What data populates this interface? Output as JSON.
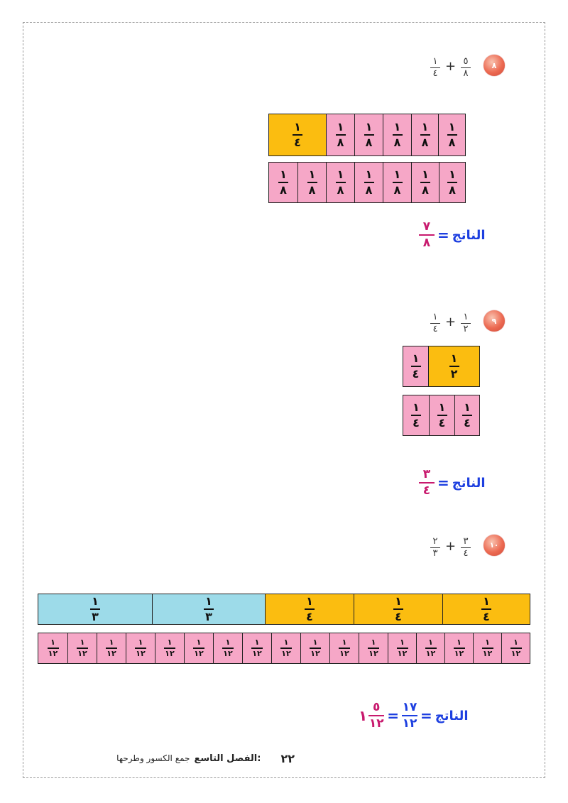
{
  "problems": [
    {
      "number": "٨",
      "expression": {
        "left": {
          "num": "١",
          "den": "٤"
        },
        "op": "+",
        "right": {
          "num": "٥",
          "den": "٨"
        }
      },
      "strip_top": [
        {
          "num": "١",
          "den": "٤",
          "color": "#fbbd10"
        },
        {
          "num": "١",
          "den": "٨",
          "color": "#f6a7c7"
        },
        {
          "num": "١",
          "den": "٨",
          "color": "#f6a7c7"
        },
        {
          "num": "١",
          "den": "٨",
          "color": "#f6a7c7"
        },
        {
          "num": "١",
          "den": "٨",
          "color": "#f6a7c7"
        },
        {
          "num": "١",
          "den": "٨",
          "color": "#f6a7c7"
        }
      ],
      "strip_bottom": [
        {
          "num": "١",
          "den": "٨"
        },
        {
          "num": "١",
          "den": "٨"
        },
        {
          "num": "١",
          "den": "٨"
        },
        {
          "num": "١",
          "den": "٨"
        },
        {
          "num": "١",
          "den": "٨"
        },
        {
          "num": "١",
          "den": "٨"
        },
        {
          "num": "١",
          "den": "٨"
        }
      ],
      "result_label": "الناتج",
      "result_eq": "=",
      "result": {
        "num": "٧",
        "den": "٨"
      }
    },
    {
      "number": "٩",
      "expression": {
        "left": {
          "num": "١",
          "den": "٤"
        },
        "op": "+",
        "right": {
          "num": "١",
          "den": "٢"
        }
      },
      "strip_top": [
        {
          "num": "١",
          "den": "٤",
          "color": "#f6a7c7"
        },
        {
          "num": "١",
          "den": "٢",
          "color": "#fbbd10"
        }
      ],
      "strip_bottom": [
        {
          "num": "١",
          "den": "٤"
        },
        {
          "num": "١",
          "den": "٤"
        },
        {
          "num": "١",
          "den": "٤"
        }
      ],
      "result_label": "الناتج",
      "result_eq": "=",
      "result": {
        "num": "٣",
        "den": "٤"
      }
    },
    {
      "number": "١٠",
      "expression": {
        "left": {
          "num": "٢",
          "den": "٣"
        },
        "op": "+",
        "right": {
          "num": "٣",
          "den": "٤"
        }
      },
      "strip_top": [
        {
          "num": "١",
          "den": "٣",
          "color": "#9ddbe9"
        },
        {
          "num": "١",
          "den": "٣",
          "color": "#9ddbe9"
        },
        {
          "num": "١",
          "den": "٤",
          "color": "#fbbd10"
        },
        {
          "num": "١",
          "den": "٤",
          "color": "#fbbd10"
        },
        {
          "num": "١",
          "den": "٤",
          "color": "#fbbd10"
        }
      ],
      "strip_bottom_count": 17,
      "strip_bottom_cell": {
        "num": "١",
        "den": "١٢"
      },
      "result_label": "الناتج",
      "result_eq": "=",
      "result_improper": {
        "num": "١٧",
        "den": "١٢"
      },
      "result_eq2": "=",
      "result_mixed": {
        "whole": "١",
        "num": "٥",
        "den": "١٢"
      }
    }
  ],
  "footer": {
    "page_number": "٢٢",
    "chapter": "الفصل التاسع:",
    "chapter_title": "جمع الكسور وطرحها"
  }
}
